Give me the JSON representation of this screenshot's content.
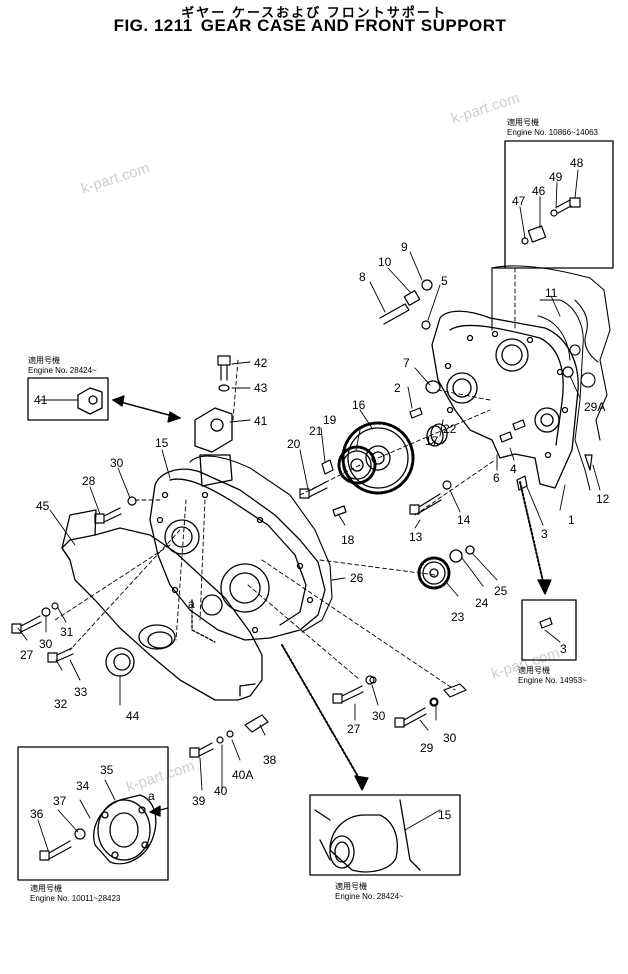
{
  "title": {
    "japanese": "ギヤー ケースおよび フロントサポート",
    "fig_number": "FIG. 1211",
    "english": "GEAR CASE AND FRONT SUPPORT"
  },
  "watermark": "k-part.com",
  "notes": {
    "top_right": {
      "jp": "適用号機",
      "text": "Engine No. 10866~14063"
    },
    "left_mid": {
      "jp": "適用号機",
      "text": "Engine No. 28424~"
    },
    "right_mid": {
      "jp": "適用号機",
      "text": "Engine No. 14953~"
    },
    "bottom_left": {
      "jp": "適用号機",
      "text": "Engine No. 10011~28423"
    },
    "bottom_right": {
      "jp": "適用号機",
      "text": "Engine No. 28424~"
    }
  },
  "detail_marker": "a",
  "callouts": [
    "1",
    "2",
    "3",
    "3",
    "4",
    "5",
    "6",
    "7",
    "8",
    "9",
    "10",
    "11",
    "12",
    "13",
    "14",
    "15",
    "15",
    "16",
    "17",
    "18",
    "19",
    "20",
    "21",
    "22",
    "23",
    "24",
    "25",
    "26",
    "27",
    "27",
    "28",
    "29",
    "29A",
    "30",
    "30",
    "30",
    "30",
    "31",
    "32",
    "33",
    "34",
    "35",
    "36",
    "37",
    "38",
    "39",
    "40",
    "40A",
    "41",
    "41",
    "42",
    "43",
    "44",
    "45",
    "46",
    "47",
    "48",
    "49"
  ]
}
